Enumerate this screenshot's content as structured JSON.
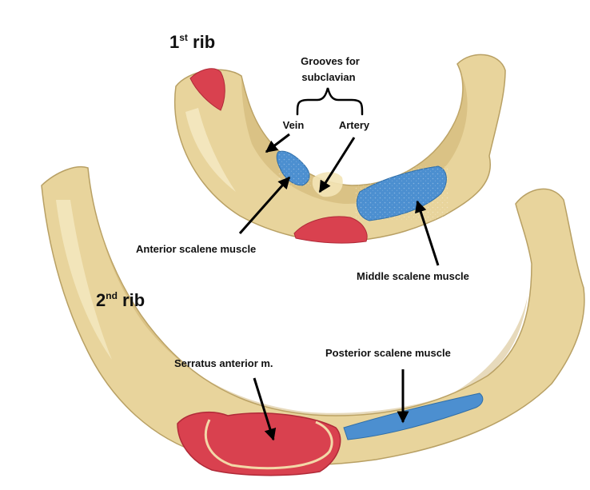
{
  "colors": {
    "bone_fill": "#e8d49c",
    "bone_shade": "#c9ad6a",
    "bone_highlight": "#f7ecc8",
    "muscle_red": "#d9414f",
    "muscle_blue": "#4c8fd0",
    "arrow": "#000000"
  },
  "labels": {
    "rib1_title": "1",
    "rib1_sup": "st",
    "rib1_suffix": " rib",
    "rib2_title": "2",
    "rib2_sup": "nd",
    "rib2_suffix": " rib",
    "grooves_line1": "Grooves for",
    "grooves_line2": "subclavian",
    "vein": "Vein",
    "artery": "Artery",
    "anterior_scalene": "Anterior scalene muscle",
    "middle_scalene": "Middle scalene muscle",
    "posterior_scalene": "Posterior scalene muscle",
    "serratus_anterior": "Serratus anterior m."
  }
}
